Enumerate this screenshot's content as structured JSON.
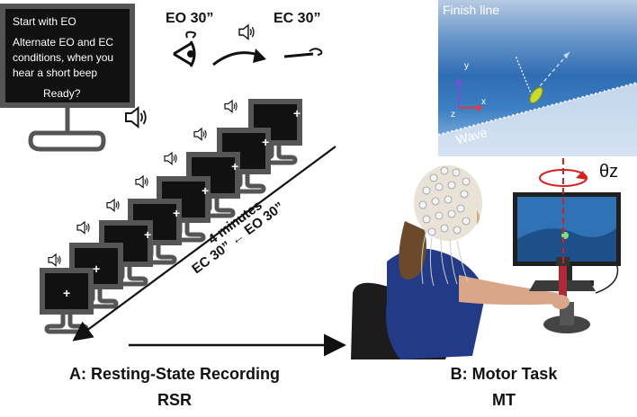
{
  "monitor_instructions": {
    "line1": "Start with EO",
    "line2": "Alternate EO and EC",
    "line3": "conditions, when you",
    "line4": "hear a short beep",
    "line5": "Ready?"
  },
  "conditions": {
    "eo_label": "EO 30”",
    "ec_label": "EC 30”"
  },
  "timeline": {
    "duration": "4 minutes",
    "cycle": "EC 30” ← EO 30”"
  },
  "screen_symbol": "+",
  "virtual_scene": {
    "finish_line": "Finish line",
    "wave": "Wave",
    "axis_y": "y",
    "axis_x": "x",
    "axis_z": "z"
  },
  "rotation_label": "θz",
  "captions": {
    "a_title": "A: Resting-State Recording",
    "a_abbr": "RSR",
    "b_title": "B: Motor Task",
    "b_abbr": "MT"
  },
  "icons": [
    "speaker-icon",
    "eye-open-icon",
    "eye-closed-icon",
    "curved-arrow-icon",
    "plus-icon"
  ],
  "colors": {
    "monitor_frame": "#555555",
    "screen": "#111111",
    "axis_y": "#7a4fd6",
    "axis_x": "#e23b3b",
    "rotation": "#d32020"
  }
}
